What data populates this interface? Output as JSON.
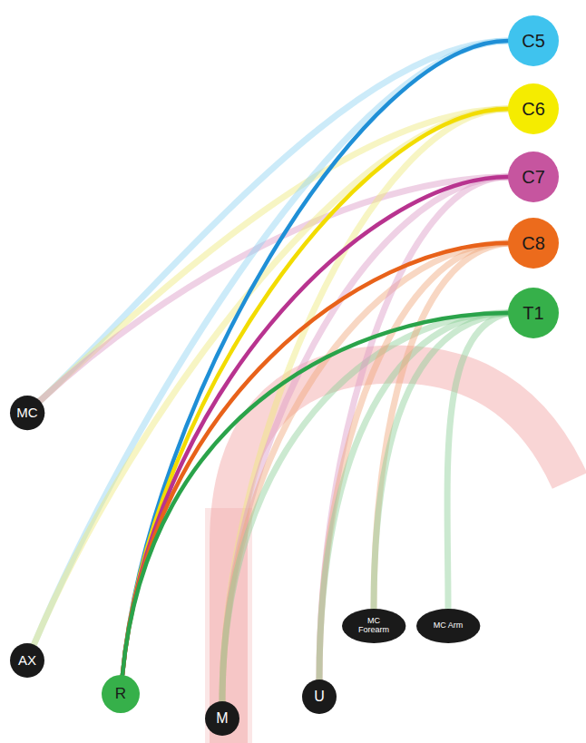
{
  "diagram": {
    "nodes": [
      {
        "text": [
          "C5"
        ]
      },
      {
        "text": [
          "C6"
        ]
      },
      {
        "text": [
          "C7"
        ]
      },
      {
        "text": [
          "C8"
        ]
      },
      {
        "text": [
          "T1"
        ]
      },
      {
        "text": [
          "MC"
        ]
      },
      {
        "text": [
          "AX"
        ]
      },
      {
        "text": [
          "R"
        ]
      },
      {
        "text": [
          "M"
        ]
      },
      {
        "text": [
          "U"
        ]
      },
      {
        "text": [
          "MC Forearm"
        ]
      },
      {
        "text": [
          "MC Arm"
        ]
      }
    ],
    "edges": [
      {
        "from": 0,
        "to": 5,
        "arrow": "none"
      },
      {
        "from": 1,
        "to": 5,
        "arrow": "none"
      },
      {
        "from": 2,
        "to": 5,
        "arrow": "none"
      },
      {
        "from": 0,
        "to": 6,
        "arrow": "none"
      },
      {
        "from": 1,
        "to": 6,
        "arrow": "none"
      },
      {
        "from": 1,
        "to": 8,
        "arrow": "none"
      },
      {
        "from": 2,
        "to": 8,
        "arrow": "none"
      },
      {
        "from": 3,
        "to": 8,
        "arrow": "none"
      },
      {
        "from": 4,
        "to": 8,
        "arrow": "none"
      },
      {
        "from": 2,
        "to": 9,
        "arrow": "none"
      },
      {
        "from": 3,
        "to": 9,
        "arrow": "none"
      },
      {
        "from": 4,
        "to": 9,
        "arrow": "none"
      },
      {
        "from": 3,
        "to": 10,
        "arrow": "none"
      },
      {
        "from": 4,
        "to": 10,
        "arrow": "none"
      },
      {
        "from": 4,
        "to": 11,
        "arrow": "none"
      },
      {
        "from": 0,
        "to": 7,
        "arrow": "none"
      },
      {
        "from": 1,
        "to": 7,
        "arrow": "none"
      },
      {
        "from": 2,
        "to": 7,
        "arrow": "none"
      },
      {
        "from": 3,
        "to": 7,
        "arrow": "none"
      },
      {
        "from": 4,
        "to": 7,
        "arrow": "none"
      }
    ]
  }
}
